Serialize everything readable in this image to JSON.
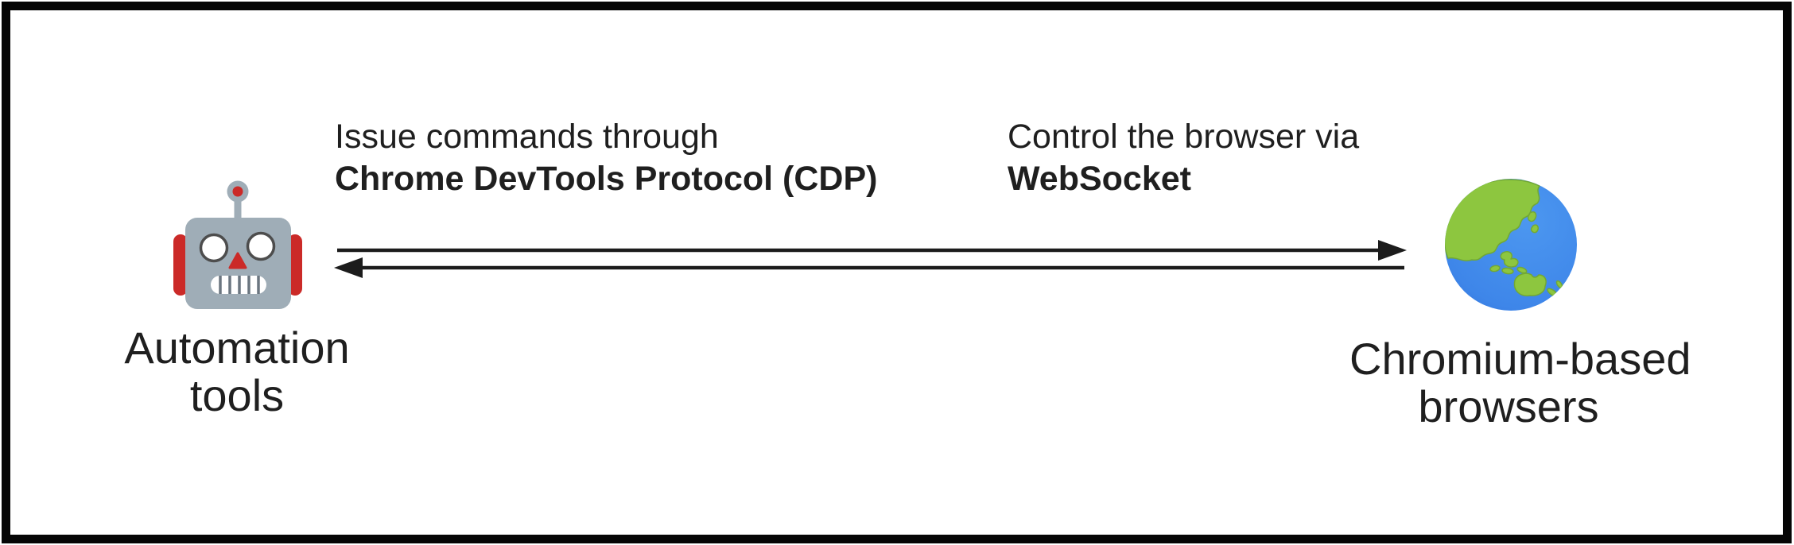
{
  "diagram": {
    "title": "Automation tools controlling Chromium-based browsers over CDP",
    "left_node": {
      "icon": "robot-icon",
      "label_line1": "Automation",
      "label_line2": "tools"
    },
    "right_node": {
      "icon": "globe-icon",
      "label_line1": "Chromium-based",
      "label_line2": "browsers"
    },
    "cdp_label": {
      "line1": "Issue commands through",
      "line2": "Chrome DevTools Protocol (CDP)"
    },
    "websocket_label": {
      "line1": "Control the browser via",
      "line2": "WebSocket"
    },
    "arrows": {
      "top_direction": "left-to-right",
      "bottom_direction": "right-to-left"
    }
  },
  "colors": {
    "text": "#1f1f1f",
    "arrow": "#1c1c1c",
    "frame": "#050505",
    "robot_head": "#9fadb7",
    "robot_red": "#cb2a28",
    "robot_eye_ring": "#4d4d4d",
    "robot_tooth_gap": "#6b7680",
    "globe_ocean": "#3e86e9",
    "globe_ocean_deep": "#2f6fd6",
    "globe_land": "#8dc63f",
    "globe_land_edge": "#72a835"
  }
}
